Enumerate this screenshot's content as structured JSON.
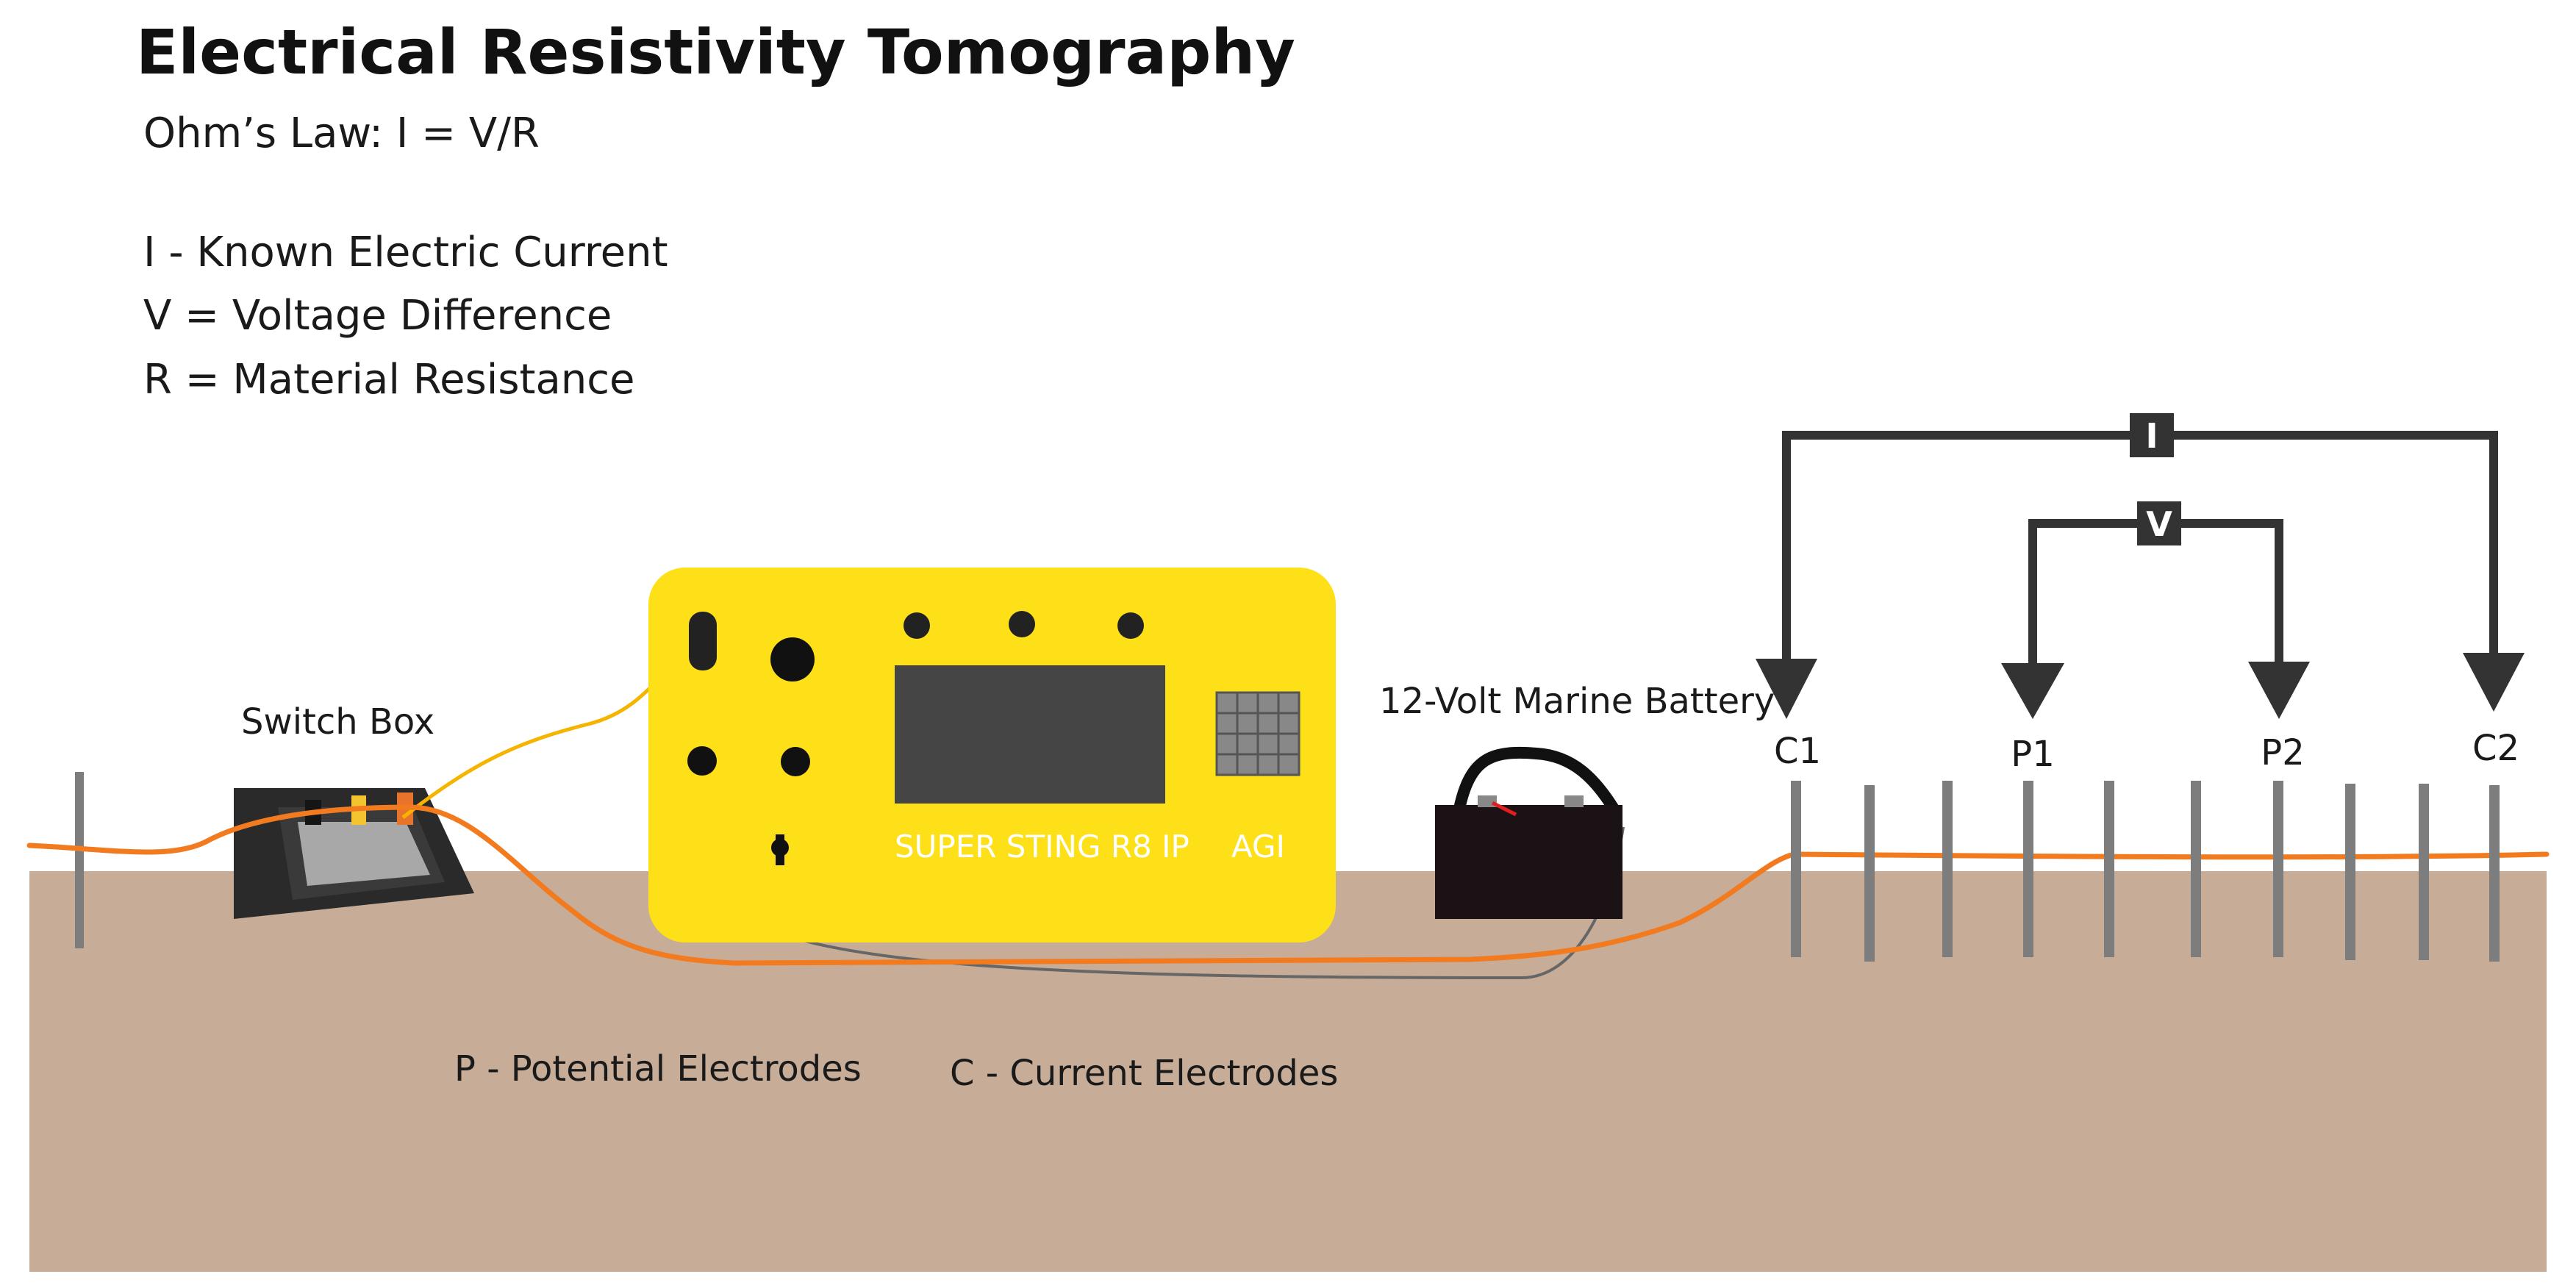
{
  "title": "Electrical Resistivity Tomography",
  "formula": "Ohm’s Law: I = V/R",
  "legend": [
    "I - Known Electric Current",
    "V = Voltage Difference",
    "R = Material Resistance"
  ],
  "labels": {
    "switch_box": "Switch Box",
    "battery": "12-Volt Marine Battery",
    "device_model": "SUPER STING R8 IP",
    "device_brand": "AGI",
    "potential_electrodes": "P - Potential Electrodes",
    "current_electrodes": "C - Current Electrodes"
  },
  "electrodes": {
    "c1": "C1",
    "p1": "P1",
    "p2": "P2",
    "c2": "C2"
  },
  "meters": {
    "current": "I",
    "voltage": "V"
  },
  "colors": {
    "ground": "#c7ad98",
    "device": "#fde018",
    "screen": "#454545",
    "cable_orange": "#f27b20",
    "cable_light": "#f4b400",
    "circuit": "#333333",
    "stake": "#7d7d7d",
    "battery": "#1a1214"
  }
}
